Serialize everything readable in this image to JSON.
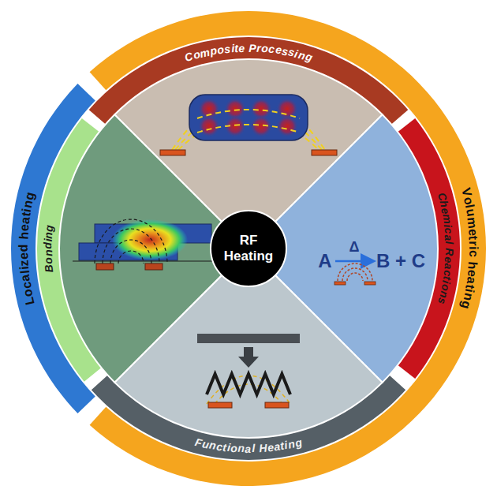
{
  "diagram": {
    "nodes": [
      {
        "text": [
          "Localized heating"
        ]
      },
      {
        "text": [
          "Volumetric heating"
        ]
      },
      {
        "text": [
          "Composite Processing"
        ]
      },
      {
        "text": [
          "Chemical Reactions"
        ]
      },
      {
        "text": [
          "Functional Heating"
        ]
      },
      {
        "text": [
          "Bonding"
        ]
      },
      {
        "text": [
          "RF Heating"
        ]
      }
    ],
    "labels": [
      "A",
      "Δ",
      "B + C"
    ]
  }
}
